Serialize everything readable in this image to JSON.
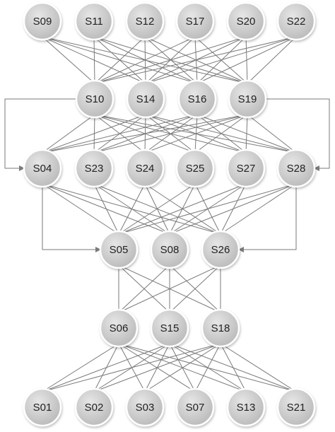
{
  "diagram": {
    "colors": {
      "node_fill_light": "#e6e6e6",
      "node_fill_dark": "#b9b9b9",
      "node_stroke": "#ffffff",
      "edge": "#7a7a7a",
      "text": "#222222"
    },
    "layers": [
      {
        "name": "layer-1",
        "nodes": [
          "S09",
          "S11",
          "S12",
          "S17",
          "S20",
          "S22"
        ]
      },
      {
        "name": "layer-2",
        "nodes": [
          "S10",
          "S14",
          "S16",
          "S19"
        ]
      },
      {
        "name": "layer-3",
        "nodes": [
          "S04",
          "S23",
          "S24",
          "S25",
          "S27",
          "S28"
        ]
      },
      {
        "name": "layer-4",
        "nodes": [
          "S05",
          "S08",
          "S26"
        ]
      },
      {
        "name": "layer-5",
        "nodes": [
          "S06",
          "S15",
          "S18"
        ]
      },
      {
        "name": "layer-6",
        "nodes": [
          "S01",
          "S02",
          "S03",
          "S07",
          "S13",
          "S21"
        ]
      }
    ],
    "layer_links": [
      {
        "from_layer": 0,
        "to_layer": 1
      },
      {
        "from_layer": 1,
        "to_layer": 2
      },
      {
        "from_layer": 2,
        "to_layer": 3
      },
      {
        "from_layer": 3,
        "to_layer": 4
      },
      {
        "from_layer": 4,
        "to_layer": 5
      }
    ],
    "bypass_edges": [
      {
        "from": "S10",
        "to": "S04",
        "side": "left"
      },
      {
        "from": "S19",
        "to": "S28",
        "side": "right"
      },
      {
        "from": "S04",
        "to": "S05",
        "side": "left"
      },
      {
        "from": "S28",
        "to": "S26",
        "side": "right"
      }
    ]
  }
}
